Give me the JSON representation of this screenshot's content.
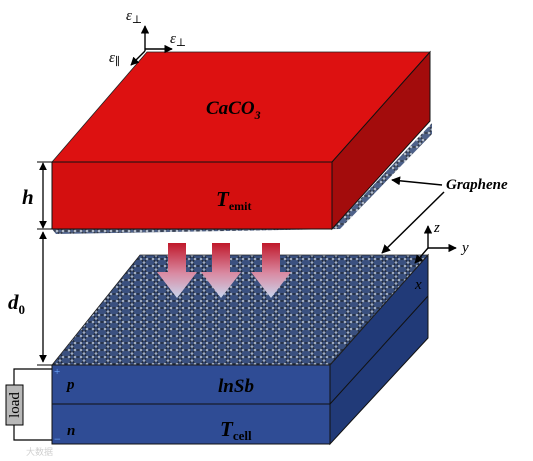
{
  "emitter": {
    "material_main": "CaCO",
    "material_sub": "3",
    "temp_main": "T",
    "temp_sub": "emit",
    "color_top": "#dd1111",
    "color_front": "#d40f0f",
    "color_side": "#a30c0c"
  },
  "cell": {
    "material": "lnSb",
    "temp_main": "T",
    "temp_sub": "cell",
    "p_label": "p",
    "n_label": "n",
    "plus": "+",
    "minus": "−",
    "color_top": "#3c5ea0",
    "color_front": "#2f4c95",
    "color_side": "#213a78"
  },
  "dims": {
    "h_label": "h",
    "d_main": "d",
    "d_sub": "0"
  },
  "graphene_label": "Graphene",
  "load_label": "load",
  "emitter_axes": {
    "perp_top": "ε",
    "perp_top_sub": "⊥",
    "perp_right": "ε",
    "perp_right_sub": "⊥",
    "par": "ε",
    "par_sub": "∥"
  },
  "cell_axes": {
    "z": "z",
    "y": "y",
    "x": "x"
  },
  "watermark": "大数据"
}
